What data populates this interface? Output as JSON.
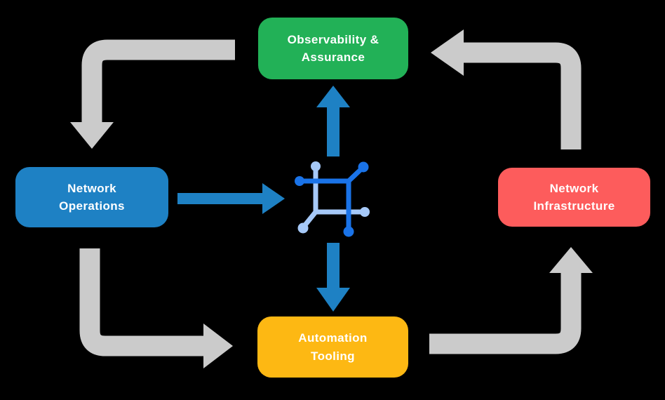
{
  "diagram": {
    "background_color": "#000000",
    "nodes": {
      "observability": {
        "line1": "Observability &",
        "line2": "Assurance",
        "color": "#22b157"
      },
      "operations": {
        "line1": "Network",
        "line2": "Operations",
        "color": "#1e81c4"
      },
      "infrastructure": {
        "line1": "Network",
        "line2": "Infrastructure",
        "color": "#fd5c5c"
      },
      "automation": {
        "line1": "Automation",
        "line2": "Tooling",
        "color": "#fdb813"
      }
    },
    "center_icon": {
      "name": "network-mesh-icon",
      "dark_color": "#1a73e8",
      "light_color": "#a6c9f8"
    },
    "edge_colors": {
      "cycle_arrow_gray": "#cbcbcb",
      "direct_arrow_blue": "#1e81c4"
    },
    "edges": [
      {
        "from": "Observability & Assurance",
        "to": "Network Operations",
        "style": "gray-cycle"
      },
      {
        "from": "Network Operations",
        "to": "Automation Tooling",
        "style": "gray-cycle"
      },
      {
        "from": "Automation Tooling",
        "to": "Network Infrastructure",
        "style": "gray-cycle"
      },
      {
        "from": "Network Infrastructure",
        "to": "Observability & Assurance",
        "style": "gray-cycle"
      },
      {
        "from": "Network Operations",
        "to": "center-icon",
        "style": "blue-direct"
      },
      {
        "from": "center-icon",
        "to": "Observability & Assurance",
        "style": "blue-direct"
      },
      {
        "from": "center-icon",
        "to": "Automation Tooling",
        "style": "blue-direct"
      }
    ]
  }
}
